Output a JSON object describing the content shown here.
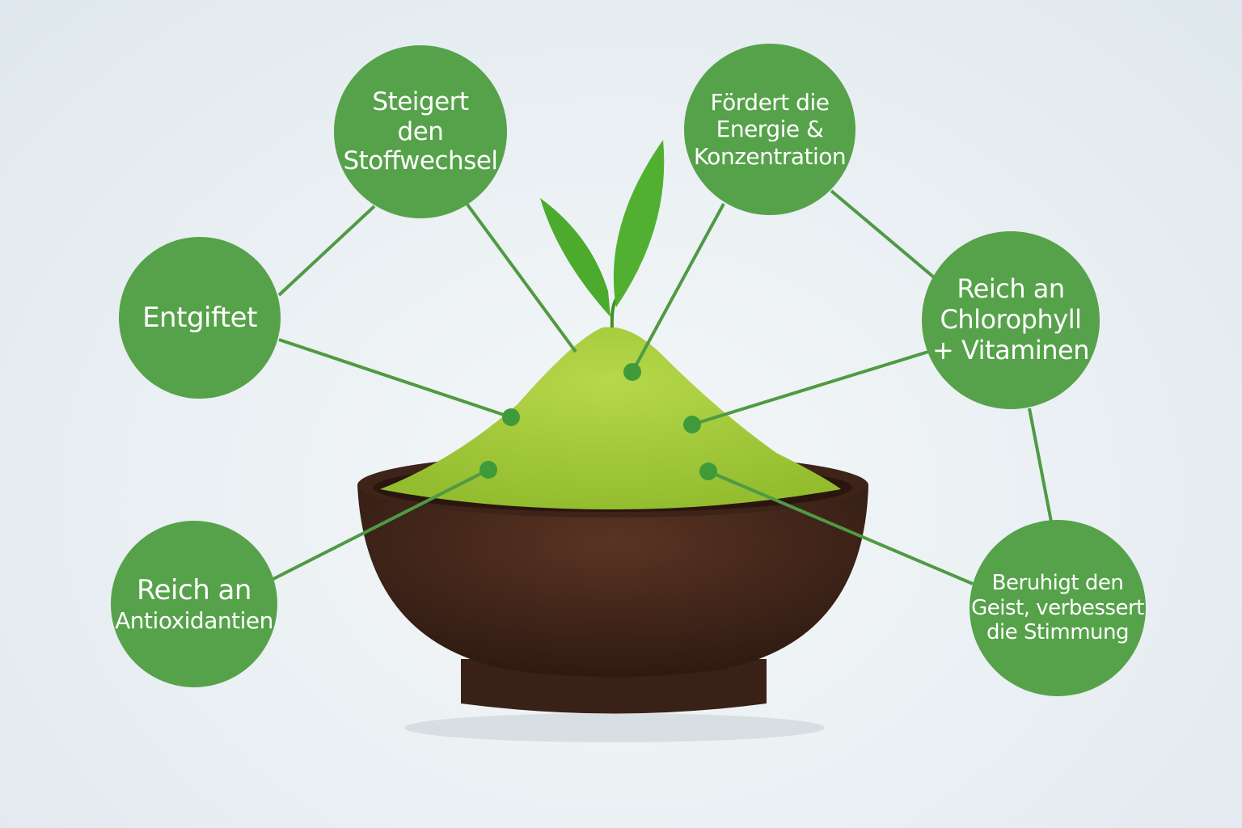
{
  "colors": {
    "bubble": "#56a24a",
    "line": "#4f9a43",
    "powder": "#a6cc3c",
    "bowl": "#4a2a1c",
    "leaf": "#4caa2c"
  },
  "benefits": [
    {
      "id": "metabolism",
      "lines": [
        "Steigert",
        "den",
        "Stoffwechsel"
      ]
    },
    {
      "id": "energy",
      "lines": [
        "Fördert die",
        "Energie &",
        "Konzentration"
      ]
    },
    {
      "id": "detox",
      "lines": [
        "Entgiftet"
      ]
    },
    {
      "id": "chlorophyll",
      "lines": [
        "Reich an",
        "Chlorophyll",
        "+ Vitaminen"
      ]
    },
    {
      "id": "antioxidants",
      "lines": [
        "Reich an",
        "Antioxidantien"
      ]
    },
    {
      "id": "mood",
      "lines": [
        "Beruhigt den",
        "Geist, verbessert",
        "die Stimmung"
      ]
    }
  ]
}
